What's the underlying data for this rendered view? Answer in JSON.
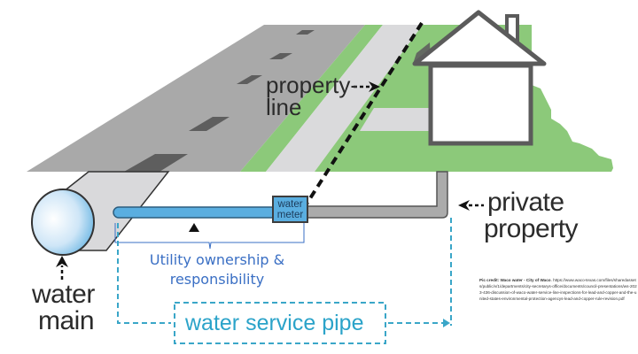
{
  "diagram": {
    "labels": {
      "property_line_1": "property-",
      "property_line_2": "line",
      "water_meter_1": "water",
      "water_meter_2": "meter",
      "private_property_1": "private",
      "private_property_2": "property",
      "water_main_1": "water",
      "water_main_2": "main",
      "utility_ownership_1": "Utility ownership &",
      "utility_ownership_2": "responsibility",
      "water_service_pipe": "water service pipe"
    },
    "credit": {
      "prefix": "Pic credit: Waco water - City of Waco",
      "url": ". https://www.waco-texas.com/files/sharedassets/public/v/1/departments/city-secretarys-office/documents/council-presentations/ws-2023-436-discussion-of-waco-water-service-line-inspections-for-lead-and-copper-and-the-united-states-environmental-protection-agencys-lead-and-copper-rule-revision.pdf"
    },
    "colors": {
      "road": "#a9a9a9",
      "road_dash": "#5e5e5e",
      "sidewalk": "#dadadc",
      "grass": "#8cc97a",
      "utility_pipe": "#5aaee0",
      "private_pipe": "#ababab",
      "service_dash": "#3aa6c8",
      "house_outline": "#5b5b5b",
      "ownership_text": "#3a6fc4"
    }
  }
}
